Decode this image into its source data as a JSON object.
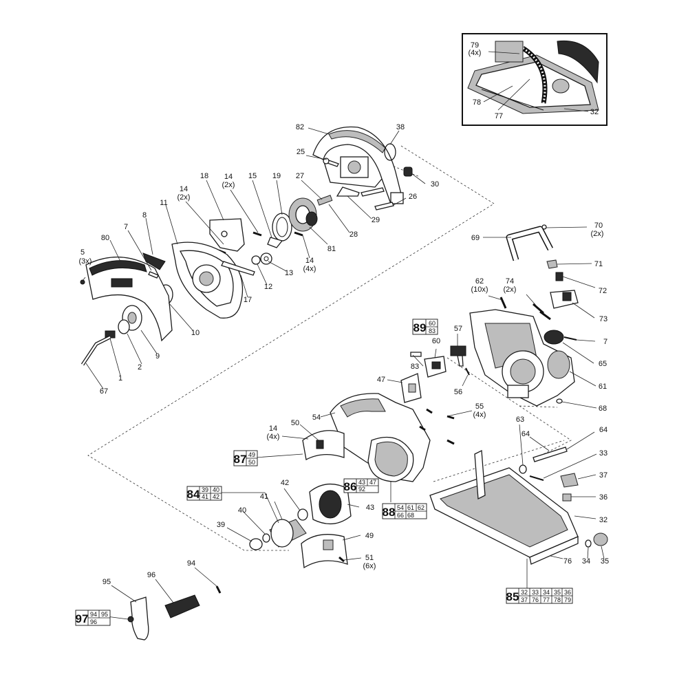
{
  "diagram": {
    "labels": {
      "p1": "1",
      "p2": "2",
      "p5": "5",
      "p5q": "(3x)",
      "p7a": "7",
      "p7b": "7",
      "p8": "8",
      "p9": "9",
      "p10": "10",
      "p11": "11",
      "p12": "12",
      "p13": "13",
      "p14a": "14",
      "p14aq": "(2x)",
      "p14b": "14",
      "p14bq": "(2x)",
      "p14c": "14",
      "p14cq": "(4x)",
      "p14d": "14",
      "p14dq": "(4x)",
      "p15": "15",
      "p17": "17",
      "p18": "18",
      "p19": "19",
      "p25": "25",
      "p26": "26",
      "p27": "27",
      "p28": "28",
      "p29": "29",
      "p30": "30",
      "p32a": "32",
      "p32b": "32",
      "p33": "33",
      "p34": "34",
      "p35": "35",
      "p36": "36",
      "p37": "37",
      "p38": "38",
      "p39": "39",
      "p40": "40",
      "p41": "41",
      "p42": "42",
      "p43": "43",
      "p47": "47",
      "p49": "49",
      "p50": "50",
      "p51": "51",
      "p51q": "(6x)",
      "p54": "54",
      "p55": "55",
      "p55q": "(4x)",
      "p56": "56",
      "p57": "57",
      "p60": "60",
      "p61": "61",
      "p62": "62",
      "p62q": "(10x)",
      "p63": "63",
      "p64a": "64",
      "p64b": "64",
      "p65": "65",
      "p67": "67",
      "p68": "68",
      "p69": "69",
      "p70": "70",
      "p70q": "(2x)",
      "p71": "71",
      "p72": "72",
      "p73": "73",
      "p74": "74",
      "p74q": "(2x)",
      "p76": "76",
      "p77": "77",
      "p78": "78",
      "p79": "79",
      "p79q": "(4x)",
      "p80": "80",
      "p81": "81",
      "p82": "82",
      "p83": "83",
      "p94": "94",
      "p95": "95",
      "p96": "96"
    },
    "kits": {
      "k84": {
        "id": "84",
        "rows": [
          [
            "39",
            "40"
          ],
          [
            "41",
            "42"
          ]
        ]
      },
      "k86": {
        "id": "86",
        "rows": [
          [
            "43",
            "47"
          ],
          [
            "92"
          ]
        ]
      },
      "k87": {
        "id": "87",
        "rows": [
          [
            "49"
          ],
          [
            "50"
          ]
        ]
      },
      "k88": {
        "id": "88",
        "rows": [
          [
            "54",
            "61",
            "62"
          ],
          [
            "66",
            "68"
          ]
        ]
      },
      "k89": {
        "id": "89",
        "rows": [
          [
            "60"
          ],
          [
            "83"
          ]
        ]
      },
      "k97": {
        "id": "97",
        "rows": [
          [
            "94",
            "95"
          ],
          [
            "96"
          ]
        ]
      },
      "k85": {
        "id": "85",
        "rows": [
          [
            "32",
            "33",
            "34",
            "35",
            "36"
          ],
          [
            "37",
            "76",
            "77",
            "78",
            "79"
          ]
        ]
      }
    }
  }
}
